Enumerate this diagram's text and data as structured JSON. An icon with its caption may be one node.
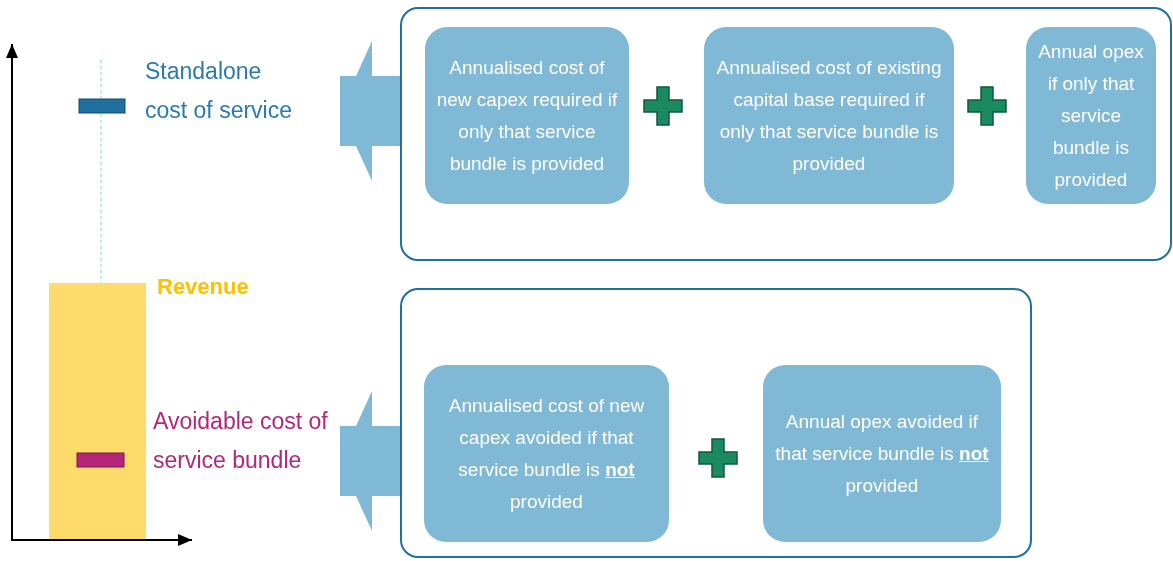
{
  "diagram": {
    "nodes": [
      {
        "text": [],
        "shape": "box"
      },
      {
        "text": [
          "Annualised cost of new capex required if only that service bundle is provided"
        ],
        "in": 0
      },
      {
        "text": [
          "Annualised cost of existing capital base required if only that service bundle is provided"
        ],
        "in": 0
      },
      {
        "text": [
          "Annual opex if only that service bundle is provided"
        ],
        "in": 0
      },
      {
        "text": [],
        "shape": "box"
      },
      {
        "text": [
          "Annualised cost of new capex avoided if that service bundle is **not** provided"
        ],
        "in": 4
      },
      {
        "text": [
          "Annual opex avoided if that service bundle is **not** provided"
        ],
        "in": 4
      },
      {
        "text": [
          "Standalone cost of service"
        ]
      },
      {
        "text": [
          "Avoidable cost of service bundle"
        ]
      }
    ],
    "edges": [
      {
        "from": 0,
        "to": 7,
        "arrow": "to"
      },
      {
        "from": 4,
        "to": 8,
        "arrow": "to"
      }
    ],
    "labels": [
      "Revenue"
    ]
  }
}
